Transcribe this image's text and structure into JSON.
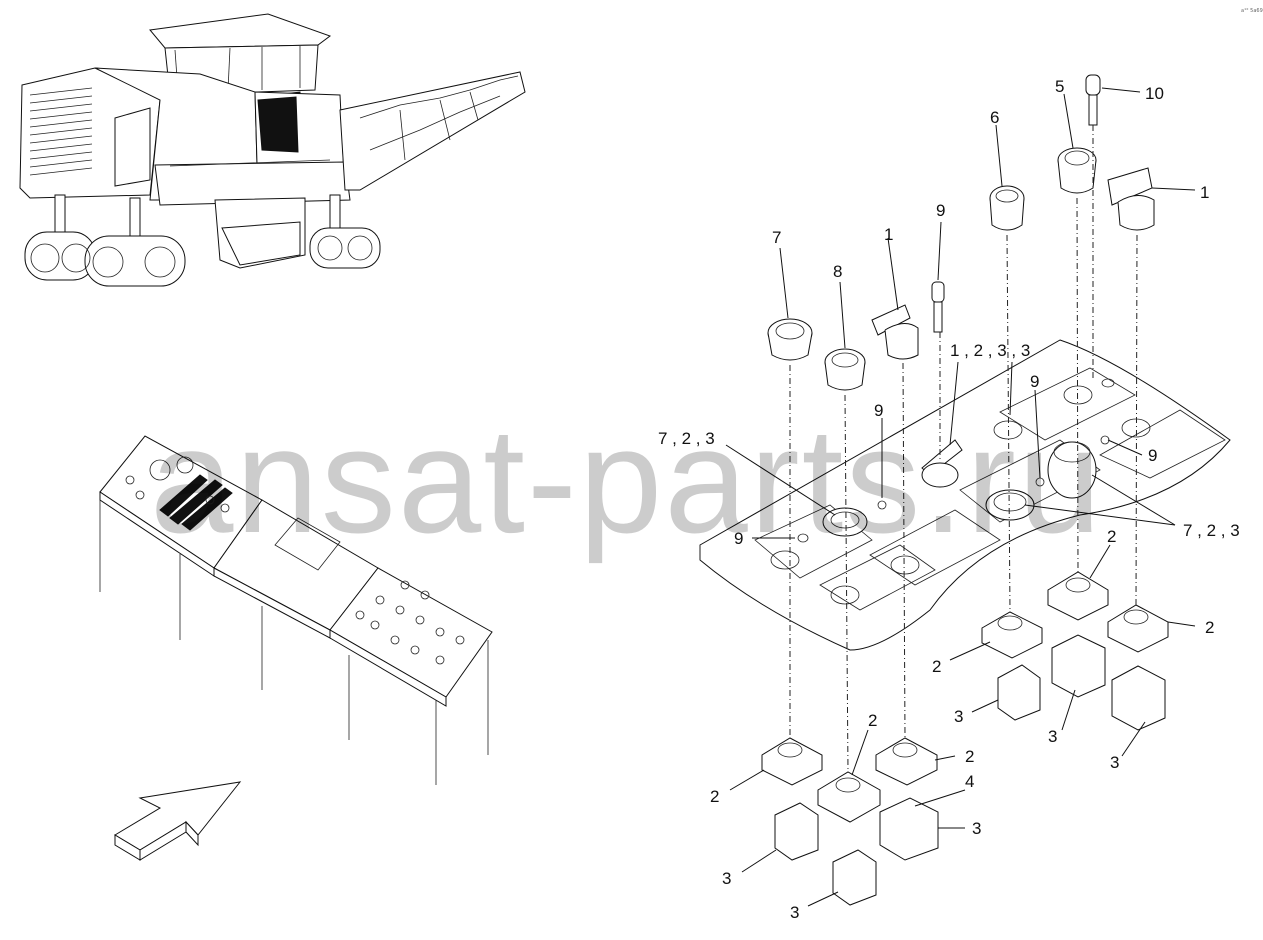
{
  "corner_text": "a¹° 5a69",
  "watermark": "ansat-parts.ru",
  "callouts": {
    "c1": "10",
    "c2": "5",
    "c3": "6",
    "c4": "1",
    "c5": "9",
    "c6": "1",
    "c7": "7",
    "c8": "8",
    "c9": "1 , 2 , 3 , 3",
    "c10": "9",
    "c11": "9",
    "c12": "7 , 2 , 3",
    "c13": "9",
    "c14": "7 , 2 , 3",
    "c15": "9",
    "c16": "2",
    "c17": "2",
    "c18": "2",
    "c19": "3",
    "c20": "3",
    "c21": "3",
    "c22": "2",
    "c23": "2",
    "c24": "2",
    "c25": "4",
    "c26": "3",
    "c27": "3",
    "c28": "3"
  }
}
